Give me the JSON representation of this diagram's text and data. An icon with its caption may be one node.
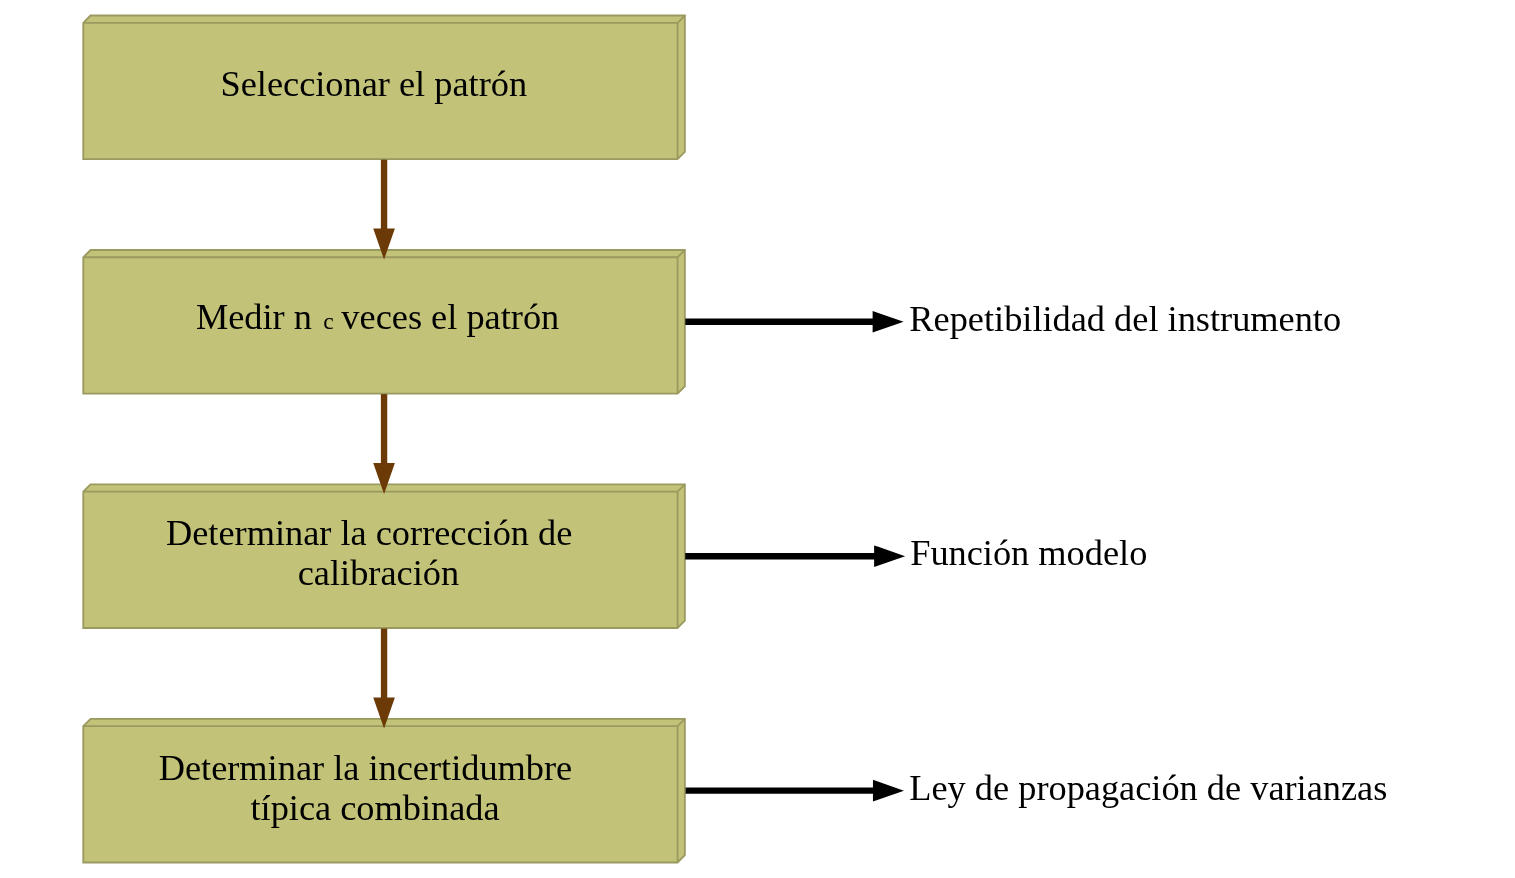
{
  "diagram": {
    "nodes": [
      {
        "text": [
          "Seleccionar el patrón"
        ]
      },
      {
        "text": [
          "Medir n$_{c}$ veces el patrón"
        ]
      },
      {
        "text": [
          "Determinar la corrección de calibración"
        ]
      },
      {
        "text": [
          "Determinar la incertidumbre típica combinada"
        ]
      },
      {
        "text": [
          "Repetibilidad del instrumento"
        ]
      },
      {
        "text": [
          "Función modelo"
        ]
      },
      {
        "text": [
          "Ley de propagación de varianzas"
        ]
      }
    ],
    "edges": [
      {
        "from": 0,
        "to": 1,
        "arrow": "to",
        "color": "#6b3a06"
      },
      {
        "from": 1,
        "to": 2,
        "arrow": "to",
        "color": "#6b3a06"
      },
      {
        "from": 2,
        "to": 3,
        "arrow": "to",
        "color": "#6b3a06"
      },
      {
        "from": 1,
        "to": 4,
        "arrow": "to",
        "color": "#000000"
      },
      {
        "from": 2,
        "to": 5,
        "arrow": "to",
        "color": "#000000"
      },
      {
        "from": 3,
        "to": 6,
        "arrow": "to",
        "color": "#000000"
      }
    ]
  }
}
